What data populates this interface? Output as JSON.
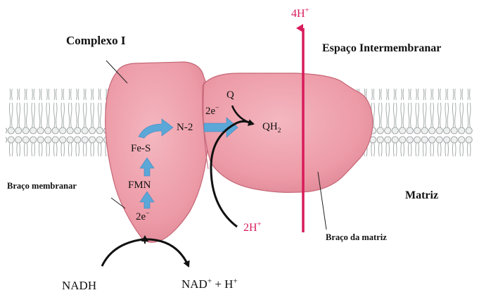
{
  "colors": {
    "protein_fill": "#ec9aa6",
    "protein_stroke": "#c56676",
    "membrane_head": "#e9ecec",
    "membrane_tail": "#c9cccc",
    "arrow_blue": "#5aa7d8",
    "proton_arrow": "#d81b5a",
    "text": "#111111"
  },
  "labels": {
    "complex": "Complexo I",
    "intermembrane": "Espaço Intermembranar",
    "matrix": "Matriz",
    "membrane_arm": "Braço membranar",
    "matrix_arm": "Braço da matriz"
  },
  "cofactors": {
    "fes": "Fe-S",
    "fmn": "FMN",
    "n2": "N-2",
    "electrons_top": {
      "base": "2e",
      "sup": "−"
    },
    "electrons_bottom": {
      "base": "2e",
      "sup": "−"
    },
    "q": "Q",
    "qh2": {
      "base": "QH",
      "sub": "2"
    }
  },
  "protons": {
    "top": {
      "base": "4H",
      "sup": "+"
    },
    "bottom": {
      "base": "2H",
      "sup": "+"
    }
  },
  "substrates": {
    "nadh": "NADH",
    "nad": {
      "base": "NAD",
      "sup": "+",
      "mid": " + H",
      "sup2": "+"
    }
  },
  "icons": [
    "electron-flow-arrow-icon",
    "proton-pump-arrow-icon",
    "nadh-oxidation-arc-icon",
    "q-reduction-arc-icon",
    "proton-uptake-arc-icon"
  ]
}
